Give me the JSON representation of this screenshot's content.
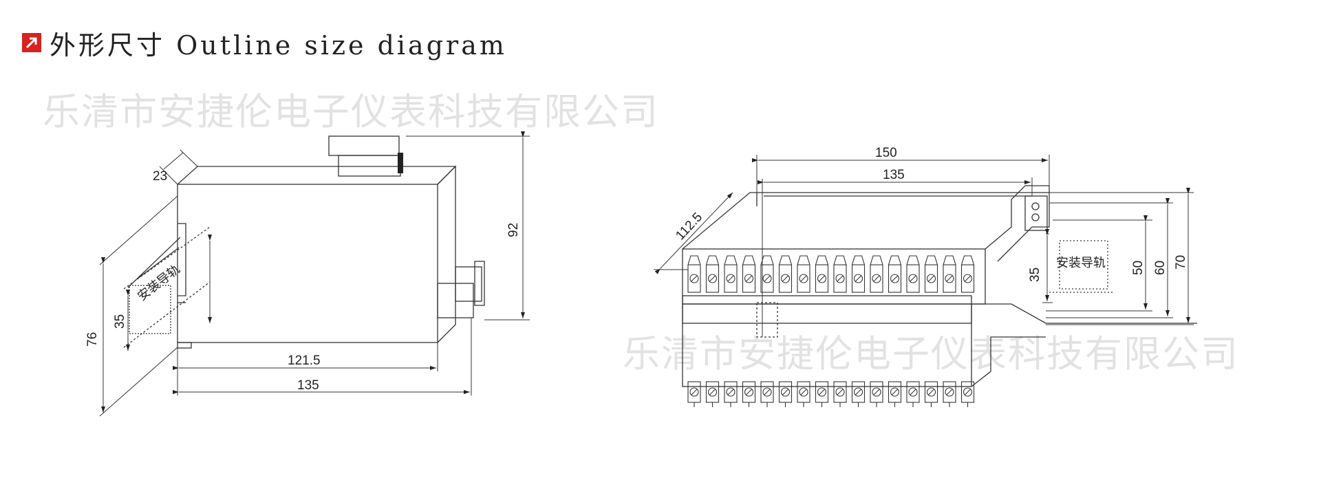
{
  "header": {
    "title": "外形尺寸 Outline size diagram",
    "icon": "arrow-up-right-icon",
    "icon_color": "#d8221f"
  },
  "watermark": {
    "text": "乐清市安捷伦电子仪表科技有限公司"
  },
  "left_view": {
    "dimensions": {
      "depth_top": "23",
      "height": "92",
      "rail_height": "35",
      "total_height": "76",
      "body_length": "121.5",
      "total_length": "135"
    },
    "rail_label": "安装导轨"
  },
  "right_view": {
    "dimensions": {
      "total_width": "150",
      "inner_width": "135",
      "depth": "112.5",
      "rail_height": "35",
      "dim_50": "50",
      "dim_60": "60",
      "dim_70": "70"
    },
    "rail_label": "安装导轨"
  }
}
